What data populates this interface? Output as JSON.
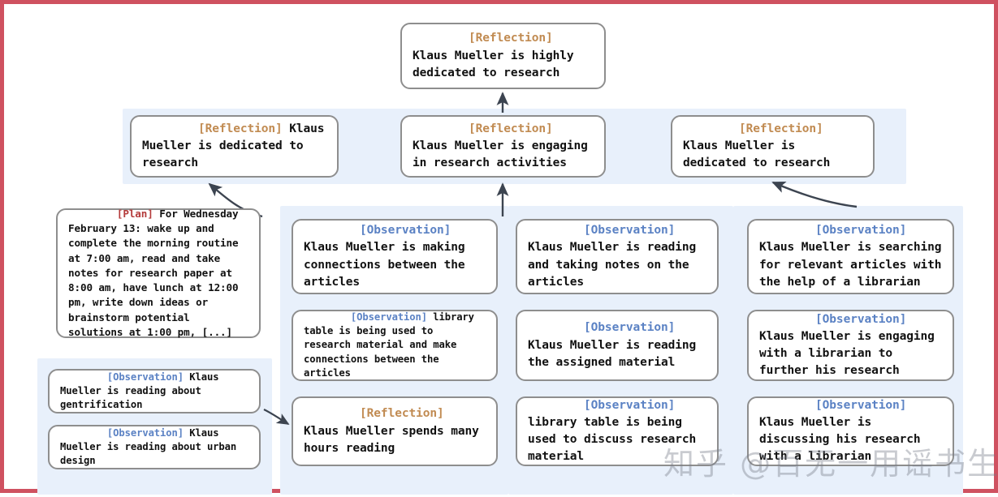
{
  "diagram": {
    "title_node": {
      "tag": "[Reflection]",
      "tag_type": "reflection",
      "text": " Klaus Mueller is highly dedicated to research"
    },
    "reflection_row": [
      {
        "tag": "[Reflection]",
        "tag_type": "reflection",
        "text": " Klaus Mueller is dedicated to research"
      },
      {
        "tag": "[Reflection]",
        "tag_type": "reflection",
        "text": " Klaus Mueller is engaging in research activities"
      },
      {
        "tag": "[Reflection]",
        "tag_type": "reflection",
        "text": " Klaus Mueller is dedicated to research"
      }
    ],
    "plan_node": {
      "tag": "[Plan]",
      "tag_type": "plan",
      "text": " For Wednesday February 13: wake up and complete the morning routine at 7:00 am, read and take notes for research paper at 8:00 am, have lunch at 12:00 pm, write down ideas or brainstorm potential solutions at 1:00 pm, [...]"
    },
    "column_1": [
      {
        "tag": "[Observation]",
        "tag_type": "observation",
        "text": " Klaus Mueller is making connections between the articles"
      },
      {
        "tag": "[Observation]",
        "tag_type": "observation",
        "text": " library table is being used to research material and make connections between the articles"
      },
      {
        "tag": "[Reflection]",
        "tag_type": "reflection",
        "text": " Klaus Mueller spends many hours reading"
      }
    ],
    "column_2": [
      {
        "tag": "[Observation]",
        "tag_type": "observation",
        "text": " Klaus Mueller is reading and taking notes on the articles"
      },
      {
        "tag": "[Observation]",
        "tag_type": "observation",
        "text": " Klaus Mueller is reading the assigned material"
      },
      {
        "tag": "[Observation]",
        "tag_type": "observation",
        "text": " library table is being used to discuss research material"
      }
    ],
    "column_3": [
      {
        "tag": "[Observation]",
        "tag_type": "observation",
        "text": " Klaus Mueller is searching for relevant articles with the help of a librarian"
      },
      {
        "tag": "[Observation]",
        "tag_type": "observation",
        "text": " Klaus Mueller is engaging with a librarian to further his research"
      },
      {
        "tag": "[Observation]",
        "tag_type": "observation",
        "text": " Klaus Mueller is discussing his research with a librarian"
      }
    ],
    "bottom_left": [
      {
        "tag": "[Observation]",
        "tag_type": "observation",
        "text": " Klaus Mueller is reading about gentrification"
      },
      {
        "tag": "[Observation]",
        "tag_type": "observation",
        "text": " Klaus Mueller is reading about urban design"
      }
    ],
    "watermark": "知乎 @百无一用谣书生",
    "colors": {
      "reflection_tag": "#c18b52",
      "observation_tag": "#5b82c4",
      "plan_tag": "#b43b3b",
      "panel_background": "#e8f0fb",
      "node_border": "#8e8e8e",
      "node_background": "#ffffff",
      "arrow": "#3c4450",
      "frame_border": "#cf5160"
    }
  }
}
